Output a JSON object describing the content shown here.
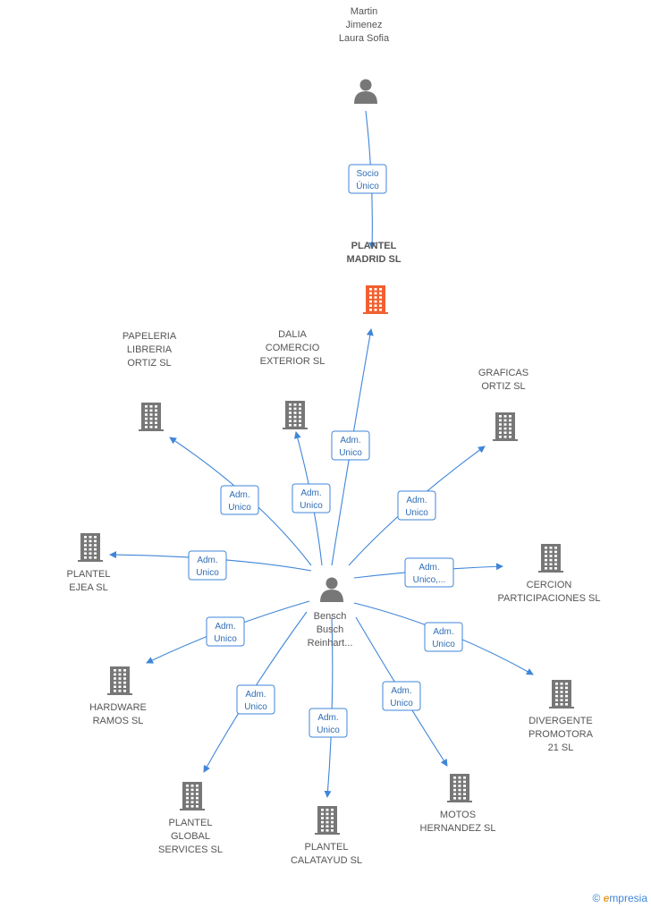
{
  "nodes": [
    {
      "id": "martin",
      "type": "person",
      "label": [
        "Martin",
        "Jimenez",
        "Laura Sofia"
      ],
      "color": "#777777"
    },
    {
      "id": "plantel_madrid",
      "type": "company",
      "label": [
        "PLANTEL",
        "MADRID SL"
      ],
      "color": "#f06030",
      "focus": true
    },
    {
      "id": "bensch",
      "type": "person",
      "label": [
        "Bensch",
        "Busch",
        "Reinhart..."
      ],
      "color": "#777777"
    },
    {
      "id": "papeleria",
      "type": "company",
      "label": [
        "PAPELERIA",
        "LIBRERIA",
        "ORTIZ SL"
      ],
      "color": "#777777"
    },
    {
      "id": "dalia",
      "type": "company",
      "label": [
        "DALIA",
        "COMERCIO",
        "EXTERIOR SL"
      ],
      "color": "#777777"
    },
    {
      "id": "graficas",
      "type": "company",
      "label": [
        "GRAFICAS",
        "ORTIZ SL"
      ],
      "color": "#777777"
    },
    {
      "id": "plantel_ejea",
      "type": "company",
      "label": [
        "PLANTEL",
        "EJEA SL"
      ],
      "color": "#777777"
    },
    {
      "id": "cercion",
      "type": "company",
      "label": [
        "CERCION",
        "PARTICIPACIONES SL"
      ],
      "color": "#777777"
    },
    {
      "id": "hardware",
      "type": "company",
      "label": [
        "HARDWARE",
        "RAMOS SL"
      ],
      "color": "#777777"
    },
    {
      "id": "divergente",
      "type": "company",
      "label": [
        "DIVERGENTE",
        "PROMOTORA",
        "21 SL"
      ],
      "color": "#777777"
    },
    {
      "id": "plantel_global",
      "type": "company",
      "label": [
        "PLANTEL",
        "GLOBAL",
        "SERVICES SL"
      ],
      "color": "#777777"
    },
    {
      "id": "plantel_calatayud",
      "type": "company",
      "label": [
        "PLANTEL",
        "CALATAYUD SL"
      ],
      "color": "#777777"
    },
    {
      "id": "motos",
      "type": "company",
      "label": [
        "MOTOS",
        "HERNANDEZ SL"
      ],
      "color": "#777777"
    }
  ],
  "edges": [
    {
      "from": "martin",
      "to": "plantel_madrid",
      "label": [
        "Socio",
        "Único"
      ]
    },
    {
      "from": "bensch",
      "to": "plantel_madrid",
      "label": [
        "Adm.",
        "Unico"
      ]
    },
    {
      "from": "bensch",
      "to": "papeleria",
      "label": [
        "Adm.",
        "Unico"
      ]
    },
    {
      "from": "bensch",
      "to": "dalia",
      "label": [
        "Adm.",
        "Unico"
      ]
    },
    {
      "from": "bensch",
      "to": "graficas",
      "label": [
        "Adm.",
        "Unico"
      ]
    },
    {
      "from": "bensch",
      "to": "plantel_ejea",
      "label": [
        "Adm.",
        "Unico"
      ]
    },
    {
      "from": "bensch",
      "to": "cercion",
      "label": [
        "Adm.",
        "Unico,..."
      ]
    },
    {
      "from": "bensch",
      "to": "hardware",
      "label": [
        "Adm.",
        "Unico"
      ]
    },
    {
      "from": "bensch",
      "to": "divergente",
      "label": [
        "Adm.",
        "Unico"
      ]
    },
    {
      "from": "bensch",
      "to": "plantel_global",
      "label": [
        "Adm.",
        "Unico"
      ]
    },
    {
      "from": "bensch",
      "to": "plantel_calatayud",
      "label": [
        "Adm.",
        "Unico"
      ]
    },
    {
      "from": "bensch",
      "to": "motos",
      "label": [
        "Adm.",
        "Unico"
      ]
    }
  ],
  "footer": {
    "copyright": "©",
    "brand_e": "e",
    "brand_rest": "mpresia"
  }
}
